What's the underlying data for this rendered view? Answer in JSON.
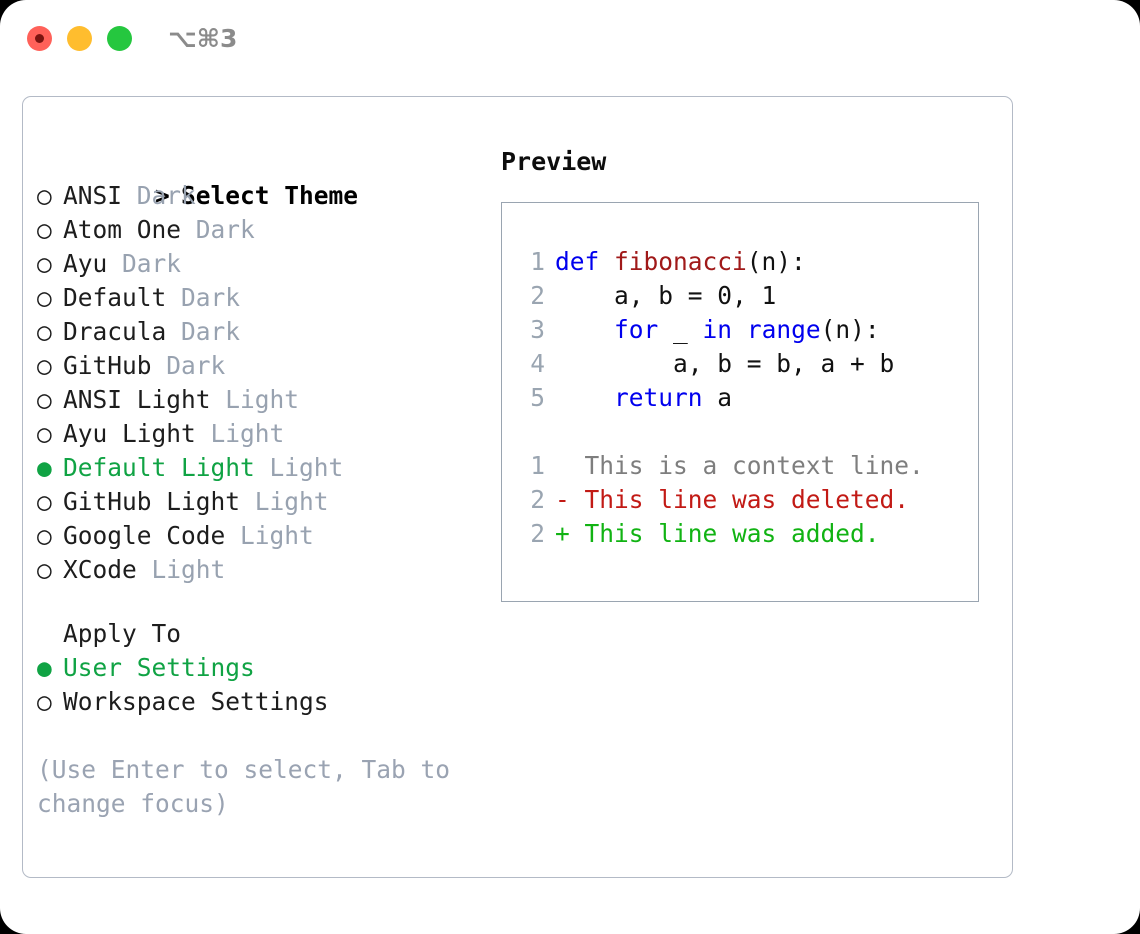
{
  "titlebar": {
    "shortcut": "⌥⌘3",
    "buttons": [
      "close",
      "minimize",
      "maximize"
    ]
  },
  "theme_picker": {
    "header": {
      "prompt": ">",
      "title": "Select Theme"
    },
    "items": [
      {
        "marker": "○",
        "name": "ANSI",
        "tag": "Dark",
        "selected": false
      },
      {
        "marker": "○",
        "name": "Atom One",
        "tag": "Dark",
        "selected": false
      },
      {
        "marker": "○",
        "name": "Ayu",
        "tag": "Dark",
        "selected": false
      },
      {
        "marker": "○",
        "name": "Default",
        "tag": "Dark",
        "selected": false
      },
      {
        "marker": "○",
        "name": "Dracula",
        "tag": "Dark",
        "selected": false
      },
      {
        "marker": "○",
        "name": "GitHub",
        "tag": "Dark",
        "selected": false
      },
      {
        "marker": "○",
        "name": "ANSI Light",
        "tag": "Light",
        "selected": false
      },
      {
        "marker": "○",
        "name": "Ayu Light",
        "tag": "Light",
        "selected": false
      },
      {
        "marker": "●",
        "name": "Default Light",
        "tag": "Light",
        "selected": true
      },
      {
        "marker": "○",
        "name": "GitHub Light",
        "tag": "Light",
        "selected": false
      },
      {
        "marker": "○",
        "name": "Google Code",
        "tag": "Light",
        "selected": false
      },
      {
        "marker": "○",
        "name": "XCode",
        "tag": "Light",
        "selected": false
      }
    ]
  },
  "apply_to": {
    "label": "Apply To",
    "options": [
      {
        "marker": "●",
        "name": "User Settings",
        "selected": true
      },
      {
        "marker": "○",
        "name": "Workspace Settings",
        "selected": false
      }
    ]
  },
  "hint": "(Use Enter to select, Tab to change focus)",
  "preview": {
    "title": "Preview",
    "code_lines": [
      {
        "num": "1",
        "tokens": [
          {
            "t": "def ",
            "c": "kw"
          },
          {
            "t": "fibonacci",
            "c": "fn"
          },
          {
            "t": "(n):",
            "c": "pl"
          }
        ]
      },
      {
        "num": "2",
        "tokens": [
          {
            "t": "    a, b = 0, 1",
            "c": "pl"
          }
        ]
      },
      {
        "num": "3",
        "tokens": [
          {
            "t": "    ",
            "c": "pl"
          },
          {
            "t": "for",
            "c": "kw"
          },
          {
            "t": " _ ",
            "c": "pl"
          },
          {
            "t": "in",
            "c": "kw"
          },
          {
            "t": " ",
            "c": "pl"
          },
          {
            "t": "range",
            "c": "kw"
          },
          {
            "t": "(n):",
            "c": "pl"
          }
        ]
      },
      {
        "num": "4",
        "tokens": [
          {
            "t": "        a, b = b, a + b",
            "c": "pl"
          }
        ]
      },
      {
        "num": "5",
        "tokens": [
          {
            "t": "    ",
            "c": "pl"
          },
          {
            "t": "return",
            "c": "kw"
          },
          {
            "t": " a",
            "c": "pl"
          }
        ]
      }
    ],
    "diff_lines": [
      {
        "num": "1",
        "sign": " ",
        "text": " This is a context line.",
        "kind": "ctx"
      },
      {
        "num": "2",
        "sign": "-",
        "text": " This line was deleted.",
        "kind": "del"
      },
      {
        "num": "2",
        "sign": "+",
        "text": " This line was added.",
        "kind": "add"
      }
    ]
  },
  "colors": {
    "selected_green": "#10a344",
    "tag_grey": "#98a2b0",
    "hint_grey": "#9aa3b2",
    "keyword_blue": "#0000ee",
    "function_red": "#a01919",
    "diff_delete": "#c21a15",
    "diff_add": "#11b313",
    "line_number": "#9aa5b1",
    "panel_border": "#b3bac6",
    "preview_border": "#9aa5b1"
  }
}
